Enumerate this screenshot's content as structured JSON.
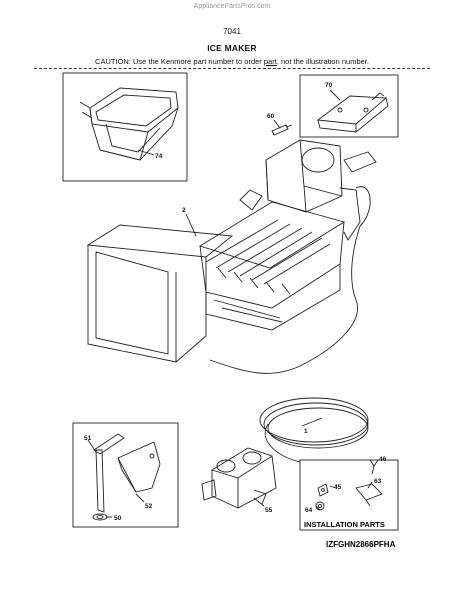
{
  "watermark": "AppliancePartsPros.com",
  "page_number": "7041",
  "title": "ICE MAKER",
  "caution": {
    "prefix": "CAUTION: Use the Kenmore part number to order ",
    "underlined": "part",
    "suffix": ", not the illustration number."
  },
  "callouts": {
    "p1": "1",
    "p2": "2",
    "p45": "45",
    "p46": "46",
    "p50": "50",
    "p51": "51",
    "p52": "52",
    "p55": "55",
    "p60": "60",
    "p63": "63",
    "p64": "64",
    "p70": "70",
    "p74": "74"
  },
  "installation_parts_label": "INSTALLATION PARTS",
  "model_code": "IZFGHN2866PFHA"
}
